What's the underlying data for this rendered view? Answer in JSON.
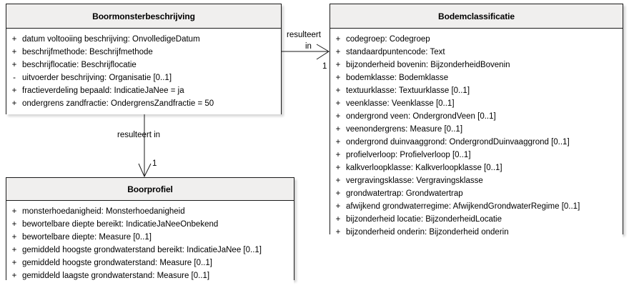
{
  "diagram": {
    "type": "uml-class-diagram",
    "background_color": "#ffffff",
    "border_color": "#1a1a1a",
    "header_fill": "#f0efee",
    "body_fill": "#ffffff"
  },
  "classes": [
    {
      "id": "boormonsterbeschrijving",
      "name": "Boormonsterbeschrijving",
      "attributes": [
        {
          "visibility": "+",
          "text": "datum voltooiing beschrijving: OnvolledigeDatum"
        },
        {
          "visibility": "+",
          "text": "beschrijfmethode: Beschrijfmethode"
        },
        {
          "visibility": "+",
          "text": "beschrijflocatie: Beschrijflocatie"
        },
        {
          "visibility": "-",
          "text": "uitvoerder beschrijving: Organisatie [0..1]"
        },
        {
          "visibility": "+",
          "text": "fractieverdeling bepaald: IndicatieJaNee = ja"
        },
        {
          "visibility": "+",
          "text": "ondergrens zandfractie: OndergrensZandfractie = 50"
        }
      ]
    },
    {
      "id": "bodemclassificatie",
      "name": "Bodemclassificatie",
      "attributes": [
        {
          "visibility": "+",
          "text": "codegroep: Codegroep"
        },
        {
          "visibility": "+",
          "text": "standaardpuntencode: Text"
        },
        {
          "visibility": "+",
          "text": "bijzonderheid bovenin: BijzonderheidBovenin"
        },
        {
          "visibility": "+",
          "text": "bodemklasse: Bodemklasse"
        },
        {
          "visibility": "+",
          "text": "textuurklasse: Textuurklasse [0..1]"
        },
        {
          "visibility": "+",
          "text": "veenklasse: Veenklasse [0..1]"
        },
        {
          "visibility": "+",
          "text": "ondergrond veen: OndergrondVeen [0..1]"
        },
        {
          "visibility": "+",
          "text": "veenondergrens: Measure [0..1]"
        },
        {
          "visibility": "+",
          "text": "ondergrond duinvaaggrond: OndergrondDuinvaaggrond [0..1]"
        },
        {
          "visibility": "+",
          "text": "profielverloop: Profielverloop [0..1]"
        },
        {
          "visibility": "+",
          "text": "kalkverloopklasse: Kalkverloopklasse [0..1]"
        },
        {
          "visibility": "+",
          "text": "vergravingsklasse: Vergravingsklasse"
        },
        {
          "visibility": "+",
          "text": "grondwatertrap: Grondwatertrap"
        },
        {
          "visibility": "+",
          "text": "afwijkend grondwaterregime: AfwijkendGrondwaterRegime [0..1]"
        },
        {
          "visibility": "+",
          "text": "bijzonderheid locatie: BijzonderheidLocatie"
        },
        {
          "visibility": "+",
          "text": "bijzonderheid onderin: Bijzonderheid onderin"
        }
      ]
    },
    {
      "id": "boorprofiel",
      "name": "Boorprofiel",
      "attributes": [
        {
          "visibility": "+",
          "text": "monsterhoedanigheid: Monsterhoedanigheid"
        },
        {
          "visibility": "+",
          "text": "bewortelbare diepte bereikt: IndicatieJaNeeOnbekend"
        },
        {
          "visibility": "+",
          "text": "bewortelbare diepte: Measure [0..1]"
        },
        {
          "visibility": "+",
          "text": "gemiddeld hoogste grondwaterstand bereikt: IndicatieJaNee [0..1]"
        },
        {
          "visibility": "+",
          "text": "gemiddeld hoogste grondwaterstand: Measure [0..1]"
        },
        {
          "visibility": "+",
          "text": "gemiddeld laagste grondwaterstand: Measure [0..1]"
        }
      ]
    }
  ],
  "associations": [
    {
      "id": "assoc-right",
      "from": "boormonsterbeschrijving",
      "to": "bodemclassificatie",
      "label_line1": "resulteert",
      "label_line2": "in",
      "target_multiplicity": "1",
      "direction": "horizontal-right",
      "arrow": "open-arrow"
    },
    {
      "id": "assoc-down",
      "from": "boormonsterbeschrijving",
      "to": "boorprofiel",
      "label_line1": "resulteert in",
      "label_line2": "",
      "target_multiplicity": "1",
      "direction": "vertical-down",
      "arrow": "open-arrow"
    }
  ]
}
